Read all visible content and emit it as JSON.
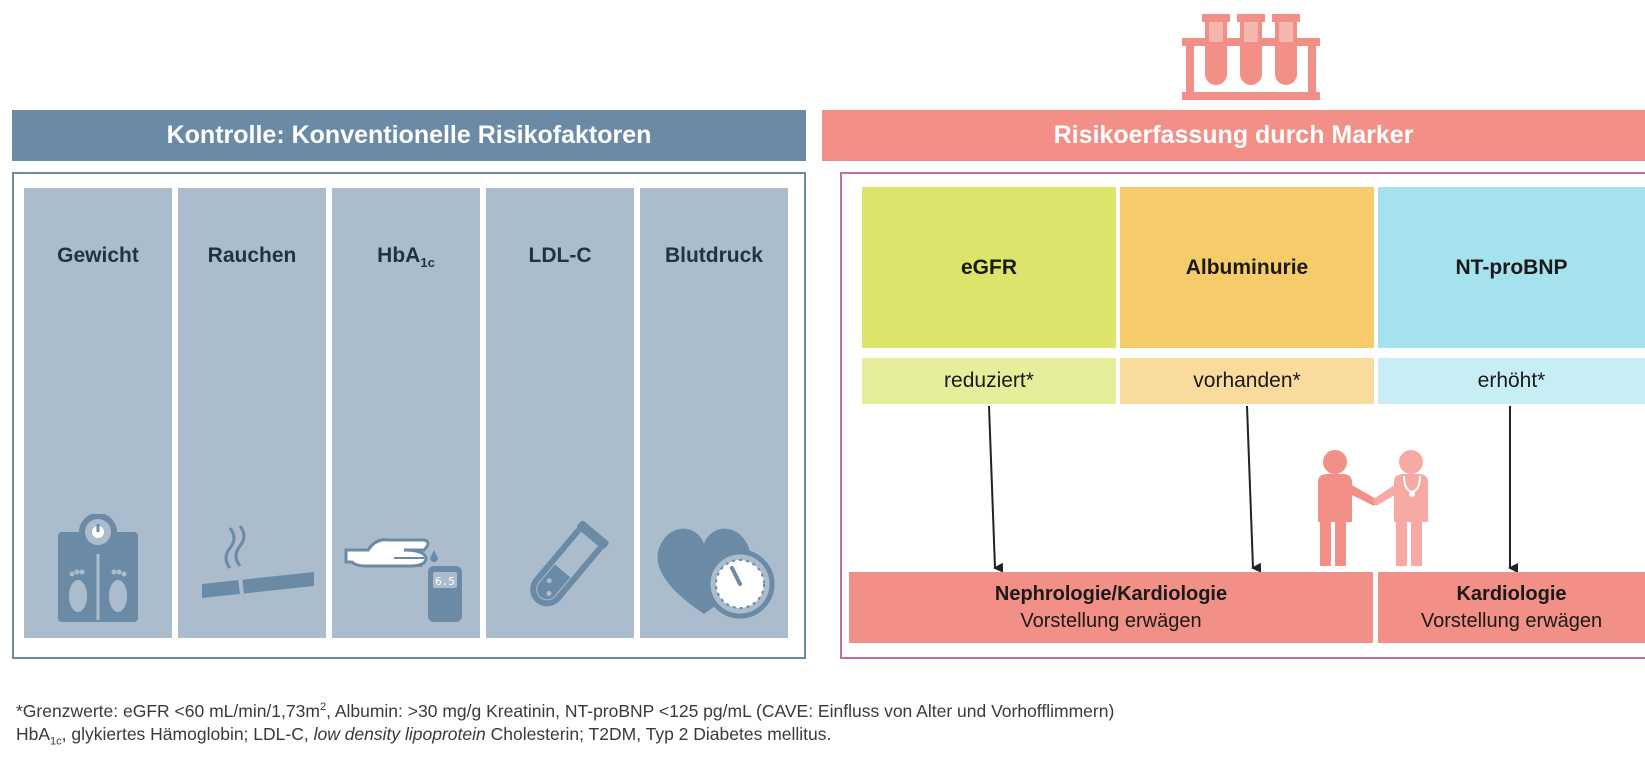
{
  "left": {
    "header": "Kontrolle: Konventionelle Risikofaktoren",
    "factors": [
      {
        "label": "Gewicht",
        "icon": "scale-icon"
      },
      {
        "label": "Rauchen",
        "icon": "cigarette-icon"
      },
      {
        "label_main": "HbA",
        "label_sub": "1c",
        "icon": "glucose-meter-icon"
      },
      {
        "label": "LDL-C",
        "icon": "test-tube-icon"
      },
      {
        "label": "Blutdruck",
        "icon": "heart-gauge-icon"
      }
    ]
  },
  "right": {
    "header": "Risikoerfassung durch Marker",
    "markers": [
      {
        "label": "eGFR",
        "status": "reduziert*",
        "color": "#dce46a",
        "status_color": "#e6ee9b"
      },
      {
        "label": "Albuminurie",
        "status": "vorhanden*",
        "color": "#f6cc6a",
        "status_color": "#f9db9d"
      },
      {
        "label": "NT-proBNP",
        "status": "erhöht*",
        "color": "#a6e2ee",
        "status_color": "#c8eef5"
      }
    ],
    "results": [
      {
        "title": "Nephrologie/Kardiologie",
        "subtitle": "Vorstellung erwägen"
      },
      {
        "title": "Kardiologie",
        "subtitle": "Vorstellung erwägen"
      }
    ]
  },
  "colors": {
    "left_accent": "#6a8aa6",
    "left_tile": "#abbdcc",
    "right_accent": "#f28f86",
    "right_frame": "#c76b9a"
  },
  "footnote": {
    "line1_a": "*Grenzwerte: eGFR <60 mL/min/1,73m",
    "line1_sup": "2",
    "line1_b": ", Albumin: >30 mg/g Kreatinin, NT-proBNP <125 pg/mL (CAVE: Einfluss von Alter und Vorhofflimmern)",
    "line2_a": "HbA",
    "line2_sub": "1c",
    "line2_b": ", glykiertes Hämoglobin; LDL-C, ",
    "line2_italic": "low density lipoprotein",
    "line2_c": " Cholesterin; T2DM, Typ 2 Diabetes mellitus."
  }
}
